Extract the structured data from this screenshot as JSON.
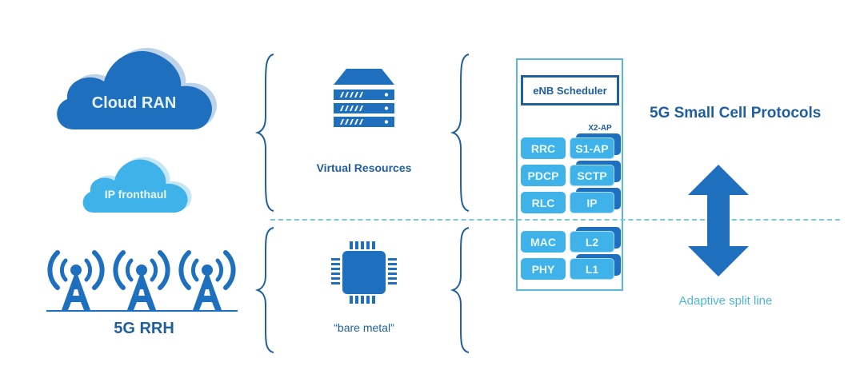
{
  "colors": {
    "primary_blue": "#1f6fbf",
    "light_blue": "#3fb2ea",
    "dark_text": "#1f5f9e",
    "split_line": "#7cc9d3",
    "caption_cyan": "#4bb8d8"
  },
  "left": {
    "cloud_ran": {
      "label": "Cloud RAN",
      "icon": "cloud-icon"
    },
    "ip_fronthaul": {
      "label": "IP fronthaul",
      "icon": "cloud-icon"
    },
    "rrh": {
      "label": "5G RRH",
      "icon": "cell-tower-icon",
      "tower_count": 3
    }
  },
  "middle": {
    "virtual_resources": {
      "label": "Virtual Resources",
      "icon": "server-rack-icon"
    },
    "bare_metal": {
      "label": "“bare metal”",
      "icon": "cpu-chip-icon"
    }
  },
  "protocol_stack": {
    "scheduler": "eNB Scheduler",
    "x2_label": "X2-AP",
    "rows": [
      {
        "left": "RRC",
        "right": "S1-AP"
      },
      {
        "left": "PDCP",
        "right": "SCTP"
      },
      {
        "left": "RLC",
        "right": "IP"
      },
      {
        "left": "MAC",
        "right": "L2"
      },
      {
        "left": "PHY",
        "right": "L1"
      }
    ]
  },
  "right": {
    "title": "5G Small Cell Protocols",
    "arrow_icon": "double-arrow-vertical-icon",
    "caption": "Adaptive split line"
  }
}
